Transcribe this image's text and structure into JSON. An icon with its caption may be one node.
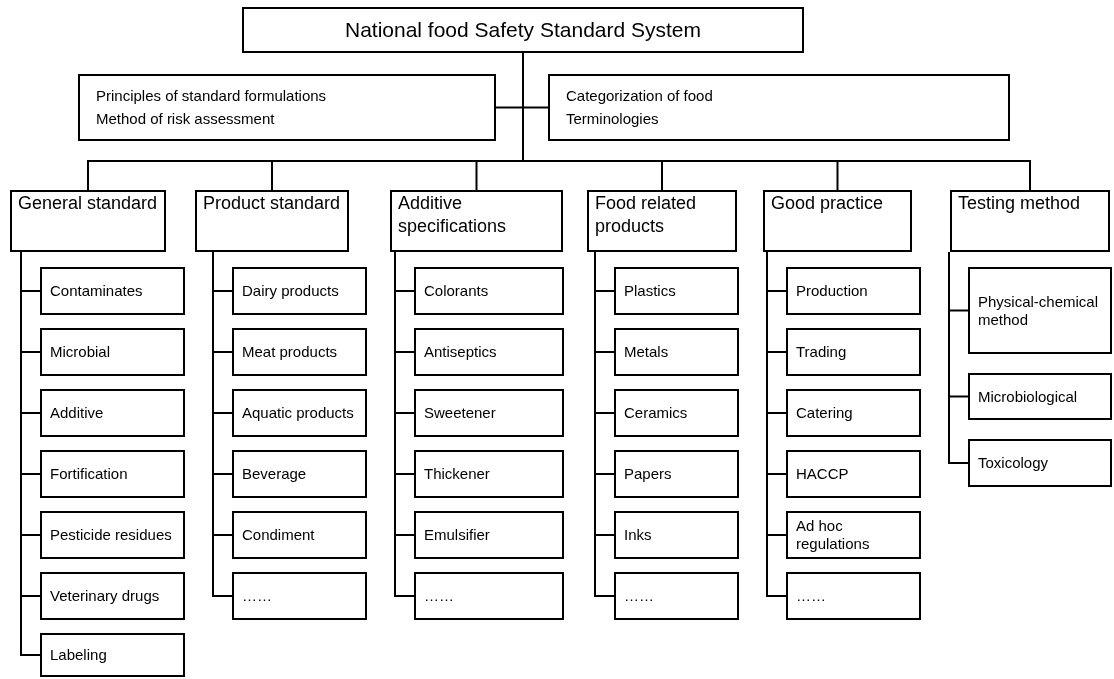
{
  "diagram": {
    "nodes": [
      {
        "text": [
          "National food Safety Standard System"
        ]
      },
      {
        "text": [
          "Principles of standard formulations",
          "Method of risk assessment"
        ]
      },
      {
        "text": [
          "Categorization of food",
          "Terminologies"
        ]
      },
      {
        "text": [
          "General standard"
        ]
      },
      {
        "text": [
          "Product standard"
        ]
      },
      {
        "text": [
          "Additive specifications"
        ]
      },
      {
        "text": [
          "Food related products"
        ]
      },
      {
        "text": [
          "Good practice"
        ]
      },
      {
        "text": [
          "Testing method"
        ]
      },
      {
        "text": [
          "Contaminates"
        ]
      },
      {
        "text": [
          "Microbial"
        ]
      },
      {
        "text": [
          "Additive"
        ]
      },
      {
        "text": [
          "Fortification"
        ]
      },
      {
        "text": [
          "Pesticide residues"
        ]
      },
      {
        "text": [
          "Veterinary drugs"
        ]
      },
      {
        "text": [
          "Labeling"
        ]
      },
      {
        "text": [
          "Dairy products"
        ]
      },
      {
        "text": [
          "Meat products"
        ]
      },
      {
        "text": [
          "Aquatic products"
        ]
      },
      {
        "text": [
          "Beverage"
        ]
      },
      {
        "text": [
          "Condiment"
        ]
      },
      {
        "text": [
          "……"
        ]
      },
      {
        "text": [
          "Colorants"
        ]
      },
      {
        "text": [
          "Antiseptics"
        ]
      },
      {
        "text": [
          "Sweetener"
        ]
      },
      {
        "text": [
          "Thickener"
        ]
      },
      {
        "text": [
          "Emulsifier"
        ]
      },
      {
        "text": [
          "……"
        ]
      },
      {
        "text": [
          "Plastics"
        ]
      },
      {
        "text": [
          "Metals"
        ]
      },
      {
        "text": [
          "Ceramics"
        ]
      },
      {
        "text": [
          "Papers"
        ]
      },
      {
        "text": [
          "Inks"
        ]
      },
      {
        "text": [
          "……"
        ]
      },
      {
        "text": [
          "Production"
        ]
      },
      {
        "text": [
          "Trading"
        ]
      },
      {
        "text": [
          "Catering"
        ]
      },
      {
        "text": [
          "HACCP"
        ]
      },
      {
        "text": [
          "Ad hoc regulations"
        ]
      },
      {
        "text": [
          "……"
        ]
      },
      {
        "text": [
          "Physical-chemical method"
        ]
      },
      {
        "text": [
          "Microbiological"
        ]
      },
      {
        "text": [
          "Toxicology"
        ]
      }
    ],
    "edges": [
      {
        "from": 0,
        "to": 1,
        "arrow": "none"
      },
      {
        "from": 0,
        "to": 2,
        "arrow": "none"
      },
      {
        "from": 0,
        "to": 3,
        "arrow": "none"
      },
      {
        "from": 0,
        "to": 4,
        "arrow": "none"
      },
      {
        "from": 0,
        "to": 5,
        "arrow": "none"
      },
      {
        "from": 0,
        "to": 6,
        "arrow": "none"
      },
      {
        "from": 0,
        "to": 7,
        "arrow": "none"
      },
      {
        "from": 0,
        "to": 8,
        "arrow": "none"
      },
      {
        "from": 3,
        "to": 9,
        "arrow": "none"
      },
      {
        "from": 3,
        "to": 10,
        "arrow": "none"
      },
      {
        "from": 3,
        "to": 11,
        "arrow": "none"
      },
      {
        "from": 3,
        "to": 12,
        "arrow": "none"
      },
      {
        "from": 3,
        "to": 13,
        "arrow": "none"
      },
      {
        "from": 3,
        "to": 14,
        "arrow": "none"
      },
      {
        "from": 3,
        "to": 15,
        "arrow": "none"
      },
      {
        "from": 4,
        "to": 16,
        "arrow": "none"
      },
      {
        "from": 4,
        "to": 17,
        "arrow": "none"
      },
      {
        "from": 4,
        "to": 18,
        "arrow": "none"
      },
      {
        "from": 4,
        "to": 19,
        "arrow": "none"
      },
      {
        "from": 4,
        "to": 20,
        "arrow": "none"
      },
      {
        "from": 4,
        "to": 21,
        "arrow": "none"
      },
      {
        "from": 5,
        "to": 22,
        "arrow": "none"
      },
      {
        "from": 5,
        "to": 23,
        "arrow": "none"
      },
      {
        "from": 5,
        "to": 24,
        "arrow": "none"
      },
      {
        "from": 5,
        "to": 25,
        "arrow": "none"
      },
      {
        "from": 5,
        "to": 26,
        "arrow": "none"
      },
      {
        "from": 5,
        "to": 27,
        "arrow": "none"
      },
      {
        "from": 6,
        "to": 28,
        "arrow": "none"
      },
      {
        "from": 6,
        "to": 29,
        "arrow": "none"
      },
      {
        "from": 6,
        "to": 30,
        "arrow": "none"
      },
      {
        "from": 6,
        "to": 31,
        "arrow": "none"
      },
      {
        "from": 6,
        "to": 32,
        "arrow": "none"
      },
      {
        "from": 6,
        "to": 33,
        "arrow": "none"
      },
      {
        "from": 7,
        "to": 34,
        "arrow": "none"
      },
      {
        "from": 7,
        "to": 35,
        "arrow": "none"
      },
      {
        "from": 7,
        "to": 36,
        "arrow": "none"
      },
      {
        "from": 7,
        "to": 37,
        "arrow": "none"
      },
      {
        "from": 7,
        "to": 38,
        "arrow": "none"
      },
      {
        "from": 7,
        "to": 39,
        "arrow": "none"
      },
      {
        "from": 8,
        "to": 40,
        "arrow": "none"
      },
      {
        "from": 8,
        "to": 41,
        "arrow": "none"
      },
      {
        "from": 8,
        "to": 42,
        "arrow": "none"
      }
    ]
  }
}
